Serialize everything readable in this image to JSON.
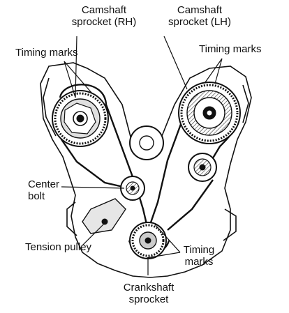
{
  "labels": {
    "cam_rh": [
      "Camshaft",
      "sprocket (RH)"
    ],
    "cam_lh": [
      "Camshaft",
      "sprocket (LH)"
    ],
    "timing_rh": "Timing marks",
    "timing_lh": "Timing marks",
    "center_bolt": [
      "Center",
      "bolt"
    ],
    "tension_pulley": "Tension pulley",
    "timing_bottom": [
      "Timing",
      "marks"
    ],
    "crankshaft": [
      "Crankshaft",
      "sprocket"
    ]
  },
  "colors": {
    "ink": "#111111",
    "paper": "#ffffff",
    "shade": "#9a9a9a"
  }
}
